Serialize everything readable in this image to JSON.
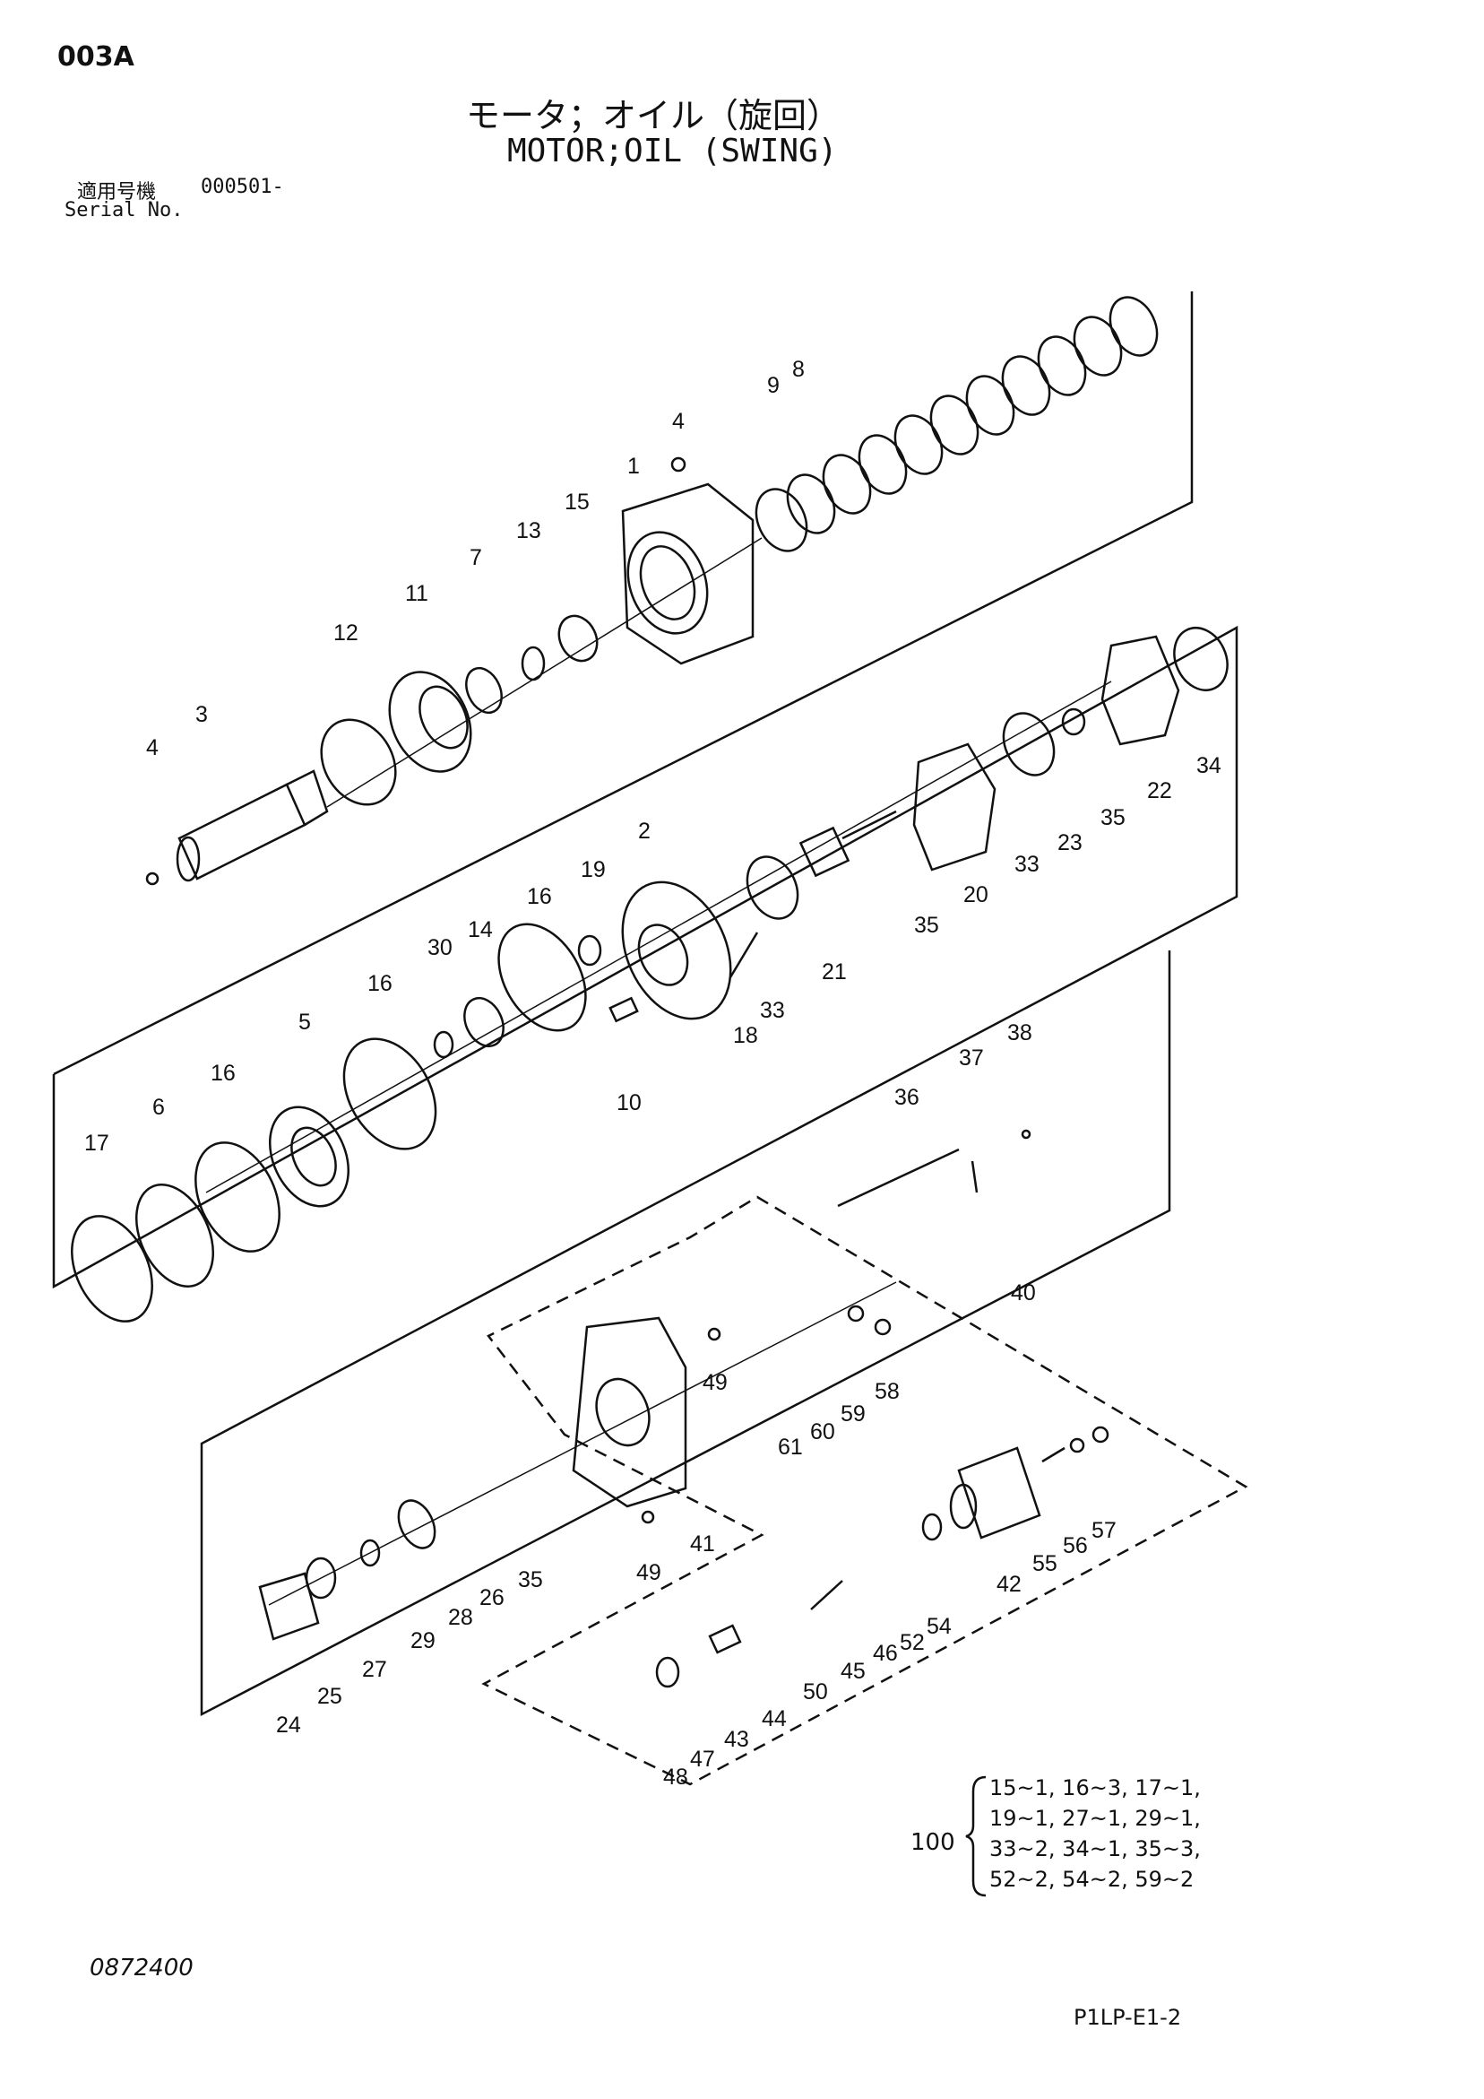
{
  "header": {
    "sheet_code": "003A",
    "title_jp": "モータ；オイル（旋回）",
    "title_en": "MOTOR;OIL (SWING)",
    "serial_jp": "適用号機",
    "serial_range": "000501-",
    "serial_en": "Serial No."
  },
  "footer": {
    "drawing_no": "0872400",
    "page_ref": "P1LP-E1-2"
  },
  "kit": {
    "number": "100",
    "lines": [
      "15~1, 16~3, 17~1,",
      "19~1, 27~1, 29~1,",
      "33~2, 34~1, 35~3,",
      "52~2, 54~2, 59~2"
    ]
  },
  "callouts": [
    "1",
    "2",
    "3",
    "4",
    "4",
    "5",
    "6",
    "7",
    "8",
    "9",
    "10",
    "11",
    "12",
    "13",
    "14",
    "15",
    "16",
    "16",
    "16",
    "17",
    "18",
    "19",
    "20",
    "21",
    "22",
    "23",
    "24",
    "25",
    "26",
    "27",
    "28",
    "29",
    "30",
    "33",
    "33",
    "34",
    "35",
    "35",
    "35",
    "36",
    "37",
    "38",
    "40",
    "41",
    "42",
    "43",
    "44",
    "45",
    "46",
    "47",
    "48",
    "49",
    "49",
    "50",
    "52",
    "54",
    "55",
    "56",
    "57",
    "58",
    "59",
    "60",
    "61"
  ]
}
